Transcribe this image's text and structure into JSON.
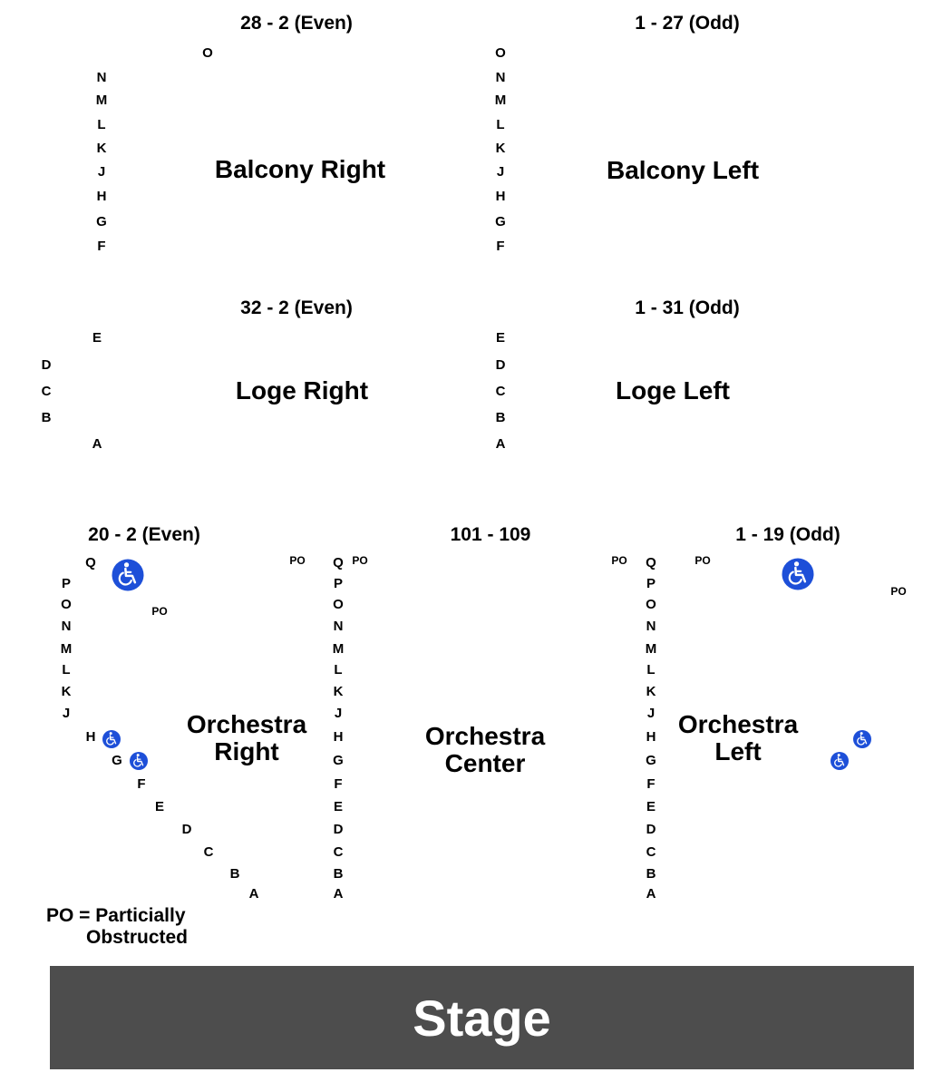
{
  "legend": {
    "line1": "PO = Particially",
    "line2": "Obstructed"
  },
  "stage": "Stage",
  "icons": {
    "wheelchair": "wheelchair-icon",
    "color": "#1d4fd8"
  },
  "po_label": "PO",
  "balcony": {
    "right": {
      "range": "28 - 2 (Even)",
      "name": "Balcony Right",
      "top_row": "O",
      "rows": [
        "N",
        "M",
        "L",
        "K",
        "J",
        "H",
        "G",
        "F"
      ]
    },
    "left": {
      "range": "1 - 27 (Odd)",
      "name": "Balcony Left",
      "rows": [
        "O",
        "N",
        "M",
        "L",
        "K",
        "J",
        "H",
        "G",
        "F"
      ]
    }
  },
  "loge": {
    "right": {
      "range": "32 - 2 (Even)",
      "name": "Loge Right",
      "rows": [
        "E",
        "D",
        "C",
        "B",
        "A"
      ]
    },
    "left": {
      "range": "1 - 31 (Odd)",
      "name": "Loge Left",
      "rows": [
        "E",
        "D",
        "C",
        "B",
        "A"
      ]
    }
  },
  "orchestra": {
    "right": {
      "range": "20 - 2 (Even)",
      "name_line1": "Orchestra",
      "name_line2": "Right",
      "rows": [
        "Q",
        "P",
        "O",
        "N",
        "M",
        "L",
        "K",
        "J",
        "H",
        "G",
        "F",
        "E",
        "D",
        "C",
        "B",
        "A"
      ]
    },
    "center": {
      "range": "101 - 109",
      "name_line1": "Orchestra",
      "name_line2": "Center",
      "rows": [
        "Q",
        "P",
        "O",
        "N",
        "M",
        "L",
        "K",
        "J",
        "H",
        "G",
        "F",
        "E",
        "D",
        "C",
        "B",
        "A"
      ]
    },
    "left": {
      "range": "1 - 19 (Odd)",
      "name_line1": "Orchestra",
      "name_line2": "Left",
      "rows": [
        "Q",
        "P",
        "O",
        "N",
        "M",
        "L",
        "K",
        "J",
        "H",
        "G",
        "F",
        "E",
        "D",
        "C",
        "B",
        "A"
      ]
    }
  }
}
